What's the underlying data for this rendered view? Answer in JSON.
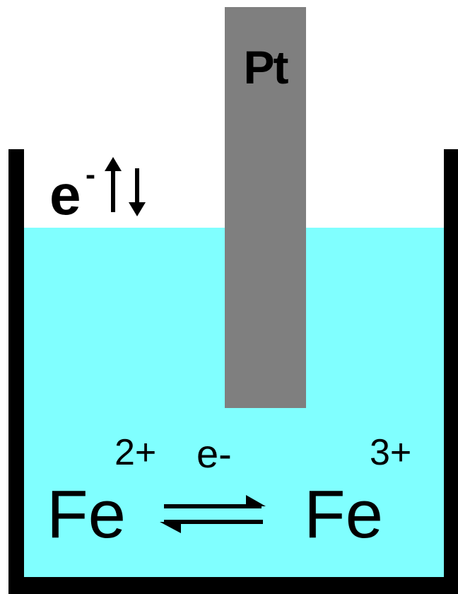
{
  "electrode": {
    "label": "Pt",
    "color": "#7f7f7f"
  },
  "solution": {
    "color": "#80ffff"
  },
  "electron_exchange": {
    "symbol": "e",
    "charge": "-"
  },
  "reaction": {
    "reactant": {
      "symbol": "Fe",
      "charge": "2+"
    },
    "electron": "e-",
    "product": {
      "symbol": "Fe",
      "charge": "3+"
    }
  }
}
